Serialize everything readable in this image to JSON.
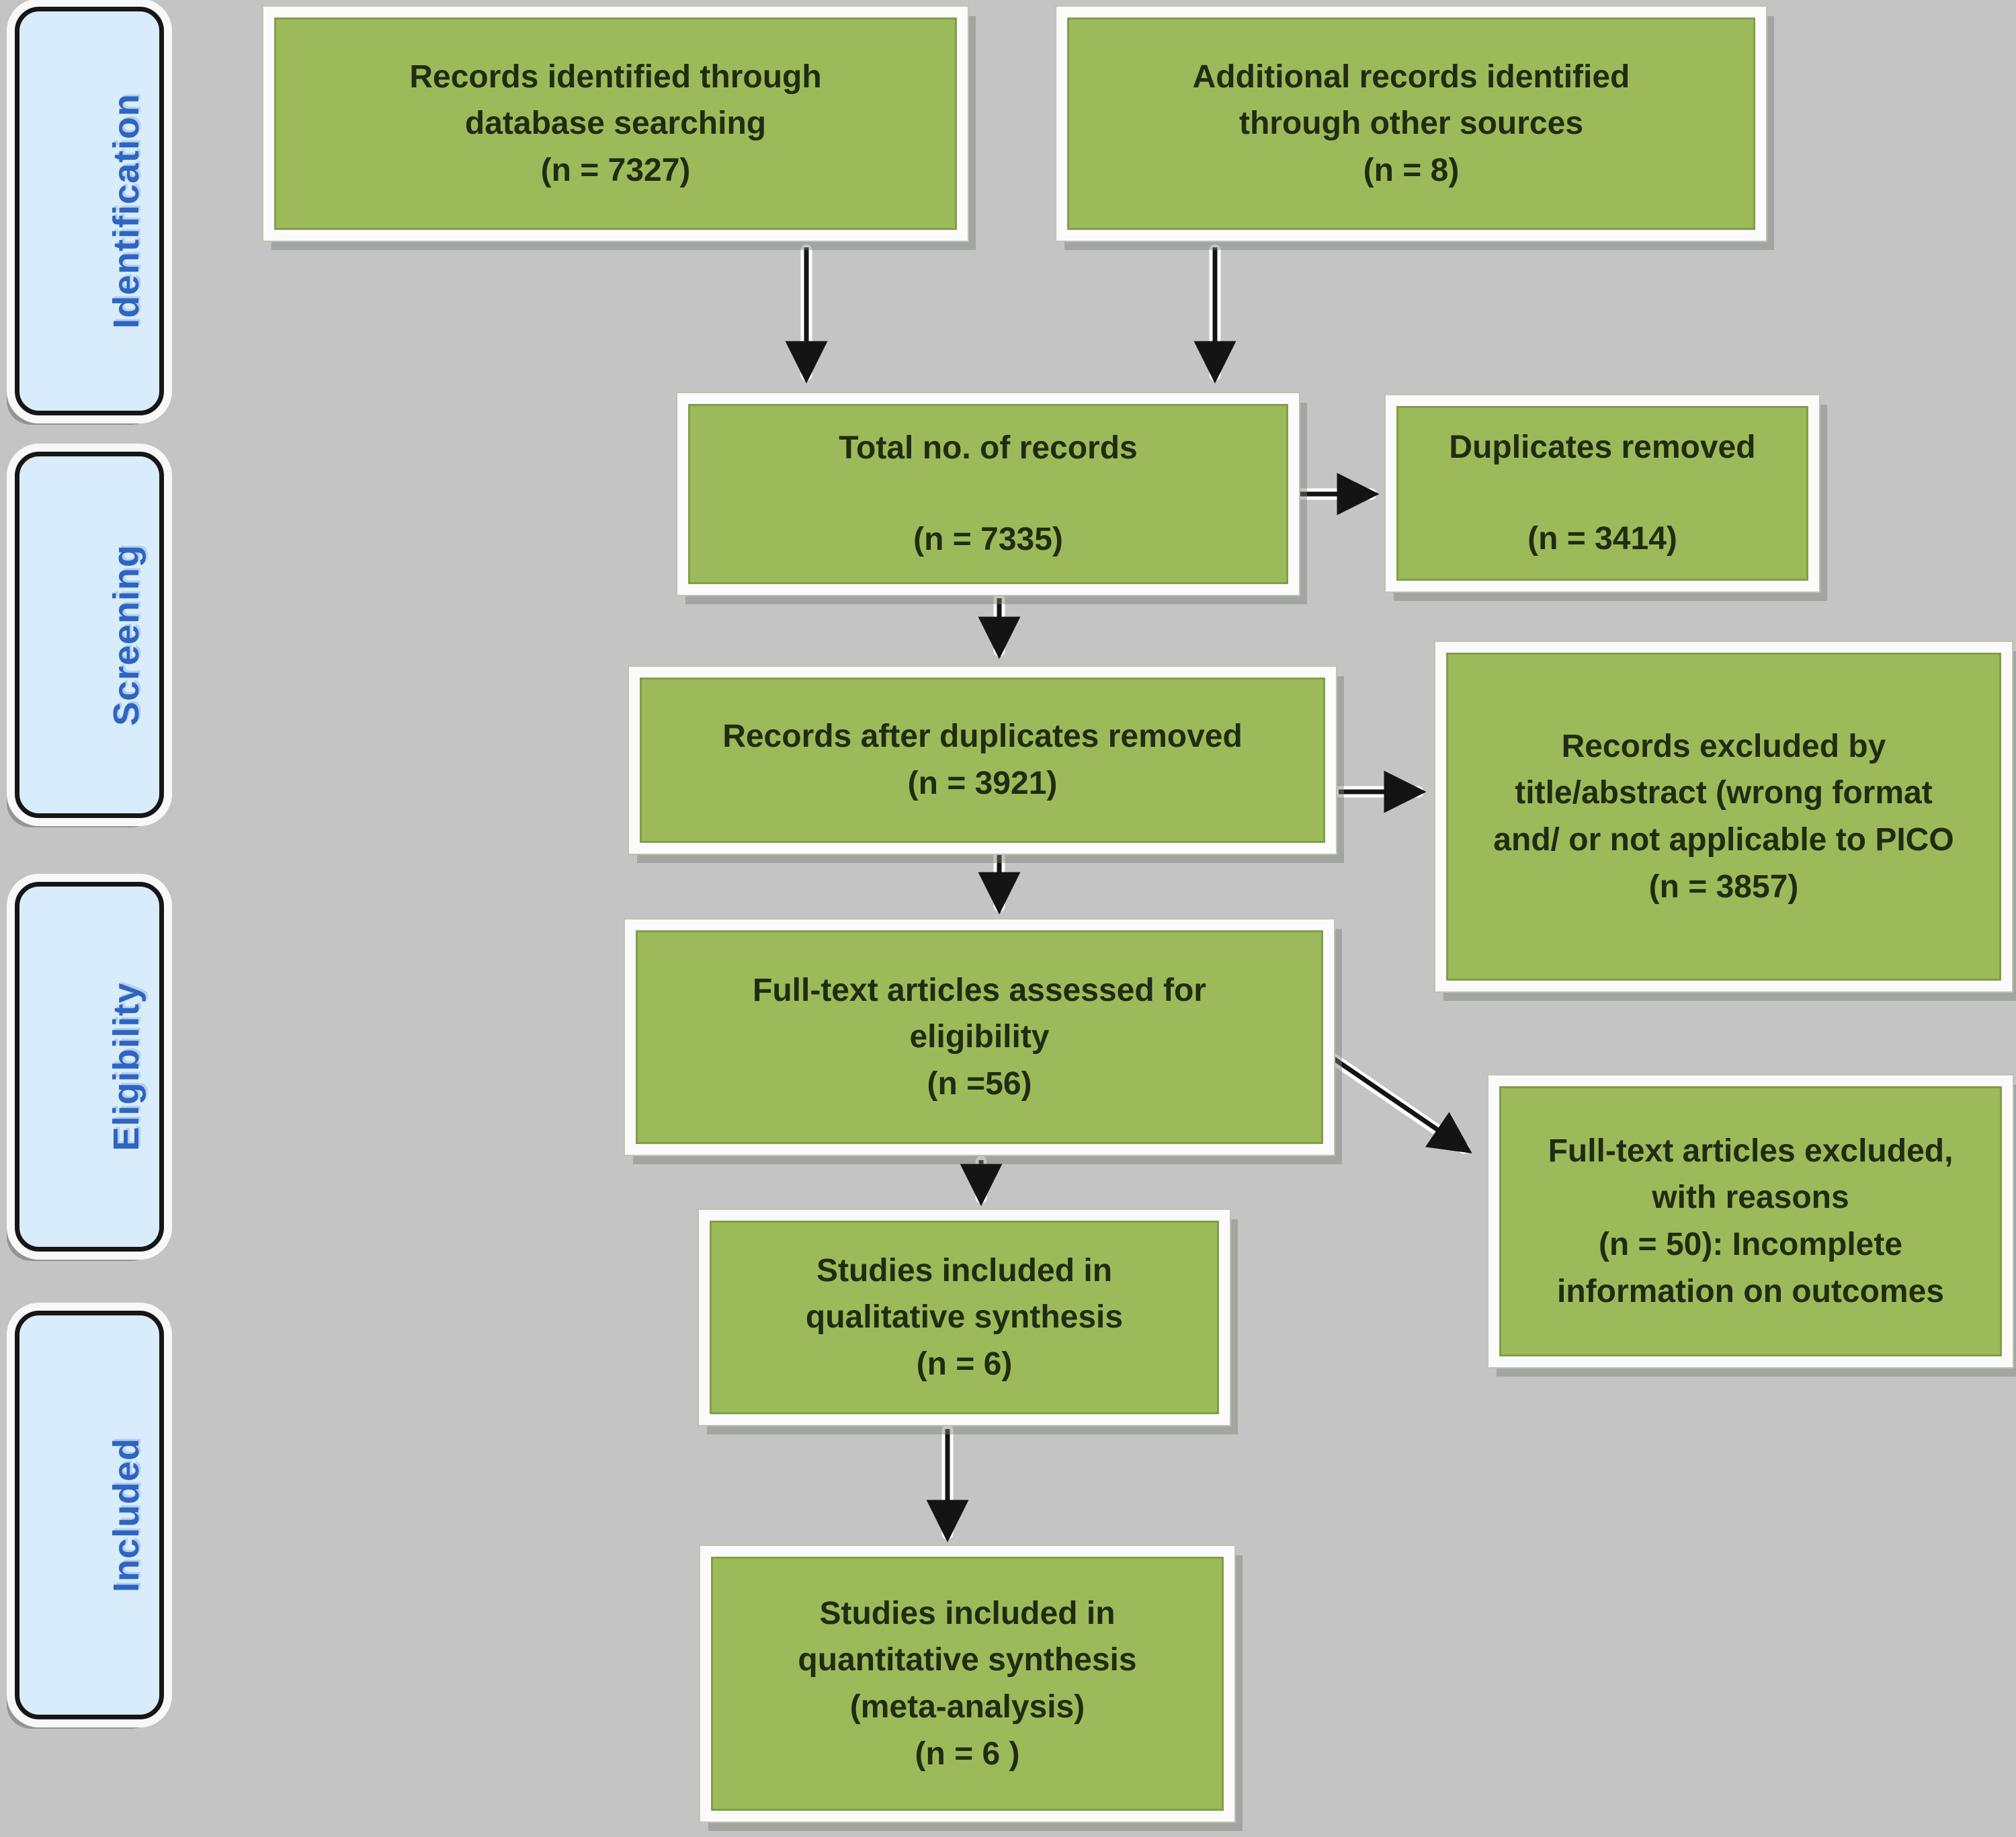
{
  "diagram_type": "prisma-flow",
  "colors": {
    "background": "#c4c4c4",
    "node_fill": "#9cba59",
    "node_text": "#202c12",
    "node_frame": "#fbfbfb",
    "stage_fill": "#d9ecfb",
    "stage_text": "#2f64c1",
    "arrow": "#141414"
  },
  "sidebar": {
    "identification": "Identification",
    "screening": "Screening",
    "eligibility": "Eligibility",
    "included": "Included"
  },
  "nodes": {
    "db_search": "Records identified through\ndatabase searching\n(n = 7327)",
    "other_sources": "Additional records identified\nthrough other sources\n(n = 8)",
    "total": "Total no. of records\n\n(n = 7335)",
    "duplicates_removed": "Duplicates removed\n\n(n = 3414)",
    "after_duplicates": "Records after duplicates removed\n(n = 3921)",
    "excluded_title_abstract": "Records excluded by\ntitle/abstract (wrong format\nand/ or not applicable to PICO\n(n = 3857)",
    "fulltext_assessed": "Full-text articles assessed for\neligibility\n(n =56)",
    "fulltext_excluded": "Full-text articles excluded,\nwith reasons\n(n = 50): Incomplete\ninformation on outcomes",
    "qualitative": "Studies included in\nqualitative synthesis\n(n = 6)",
    "quantitative": "Studies included in\nquantitative synthesis\n(meta-analysis)\n(n = 6  )"
  }
}
